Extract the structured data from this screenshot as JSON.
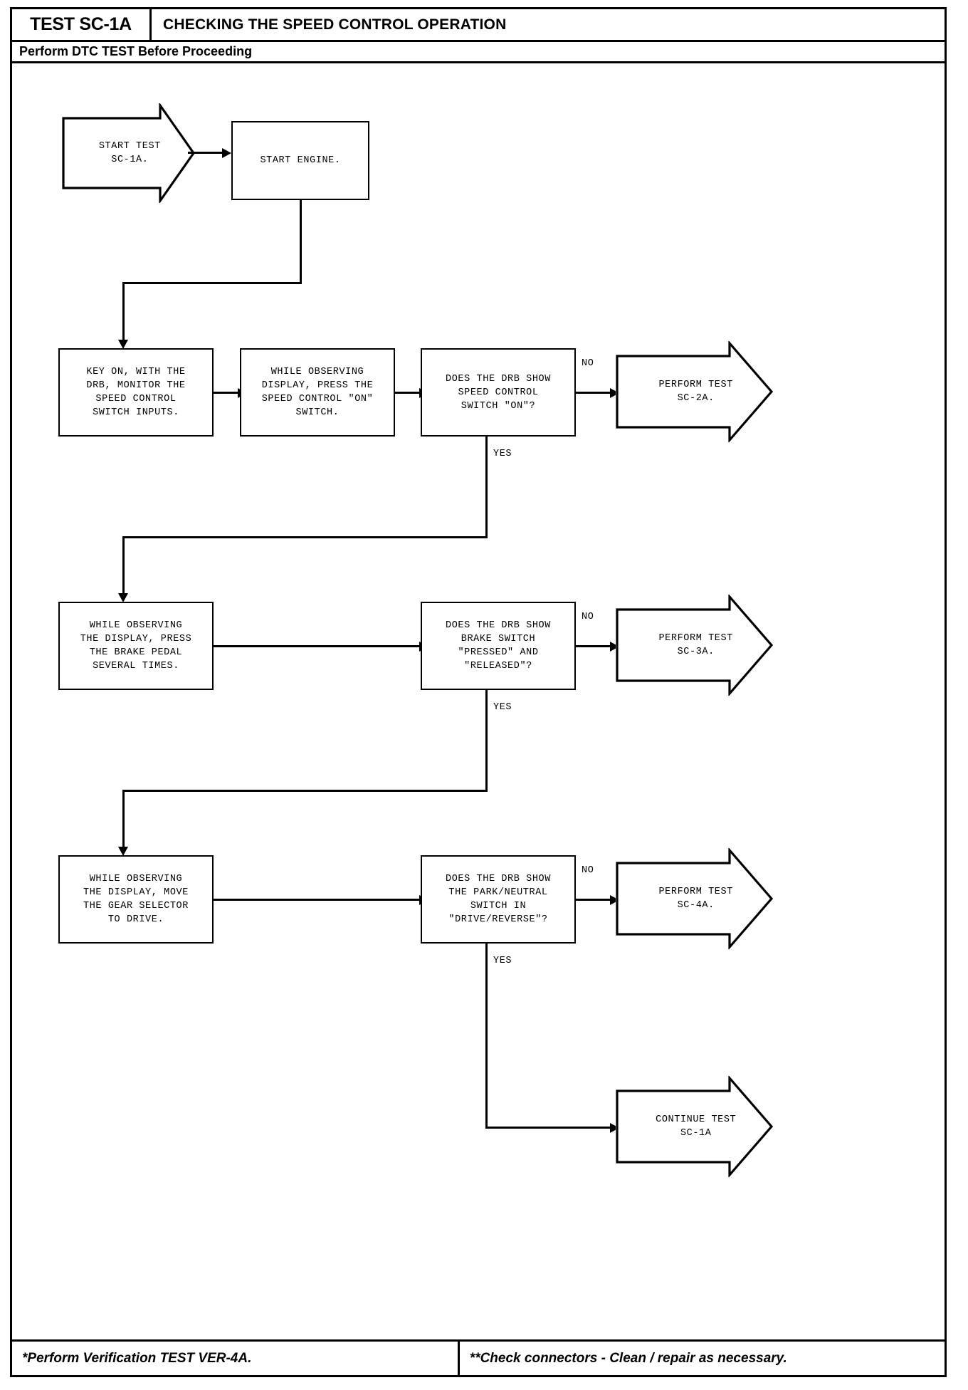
{
  "header": {
    "test_code": "TEST SC-1A",
    "title": "CHECKING THE SPEED CONTROL OPERATION",
    "subtitle": "Perform DTC TEST Before Proceeding"
  },
  "footer": {
    "left": "*Perform Verification TEST VER-4A.",
    "right": "**Check connectors - Clean / repair as necessary."
  },
  "flow": {
    "start": "START TEST\nSC-1A.",
    "start_engine": "START ENGINE.",
    "step_key_on": "KEY ON, WITH THE\nDRB, MONITOR THE\nSPEED CONTROL\nSWITCH INPUTS.",
    "step_press_switch": "WHILE OBSERVING\nDISPLAY, PRESS THE\nSPEED CONTROL \"ON\"\nSWITCH.",
    "decision_switch_on": "DOES THE DRB SHOW\nSPEED CONTROL\nSWITCH \"ON\"?",
    "result_sc2a": "PERFORM TEST\nSC-2A.",
    "step_brake_pedal": "WHILE OBSERVING\nTHE DISPLAY, PRESS\nTHE BRAKE PEDAL\nSEVERAL TIMES.",
    "decision_brake": "DOES THE DRB SHOW\nBRAKE SWITCH\n\"PRESSED\" AND\n\"RELEASED\"?",
    "result_sc3a": "PERFORM TEST\nSC-3A.",
    "step_gear_selector": "WHILE OBSERVING\nTHE DISPLAY, MOVE\nTHE GEAR SELECTOR\nTO DRIVE.",
    "decision_park_neutral": "DOES THE DRB SHOW\nTHE PARK/NEUTRAL\nSWITCH IN\n\"DRIVE/REVERSE\"?",
    "result_sc4a": "PERFORM TEST\nSC-4A.",
    "continue": "CONTINUE TEST\nSC-1A"
  },
  "edges": {
    "no_1": "NO",
    "yes_1": "YES",
    "no_2": "NO",
    "yes_2": "YES",
    "no_3": "NO",
    "yes_3": "YES"
  },
  "colors": {
    "ink": "#000000",
    "paper": "#ffffff"
  }
}
